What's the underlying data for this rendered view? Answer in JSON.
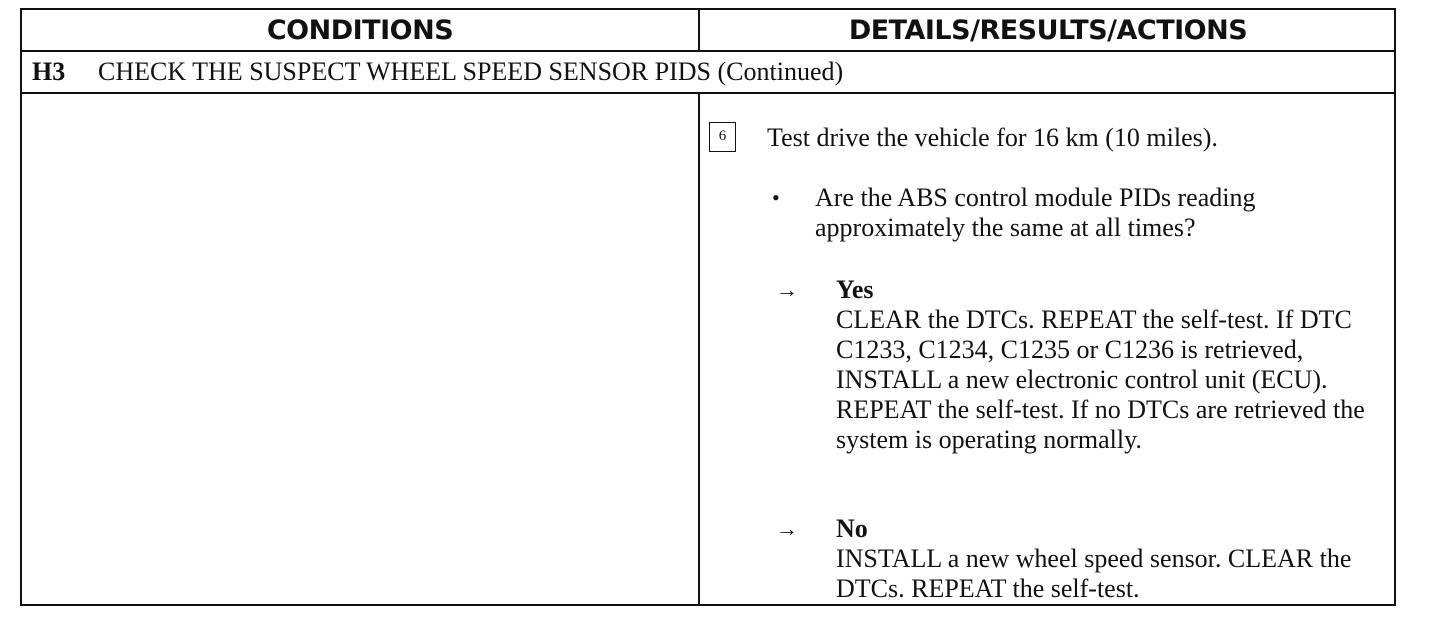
{
  "header": {
    "conditions": "CONDITIONS",
    "details": "DETAILS/RESULTS/ACTIONS"
  },
  "step": {
    "number": "H3",
    "title": "CHECK THE SUSPECT WHEEL SPEED SENSOR PIDS (Continued)"
  },
  "details": {
    "step_box": "6",
    "instruction": "Test drive the vehicle for 16 km (10 miles).",
    "bullet_symbol": "•",
    "question": "Are the ABS control module PIDs reading approximately the same at all times?",
    "arrow_symbol": "→",
    "yes": {
      "label": "Yes",
      "text": "CLEAR the DTCs. REPEAT the self-test. If DTC C1233, C1234, C1235 or C1236 is retrieved, INSTALL a new electronic control unit (ECU). REPEAT the self-test. If no DTCs are retrieved the system is operating normally."
    },
    "no": {
      "label": "No",
      "text": "INSTALL a new wheel speed sensor. CLEAR the DTCs. REPEAT the self-test."
    }
  }
}
